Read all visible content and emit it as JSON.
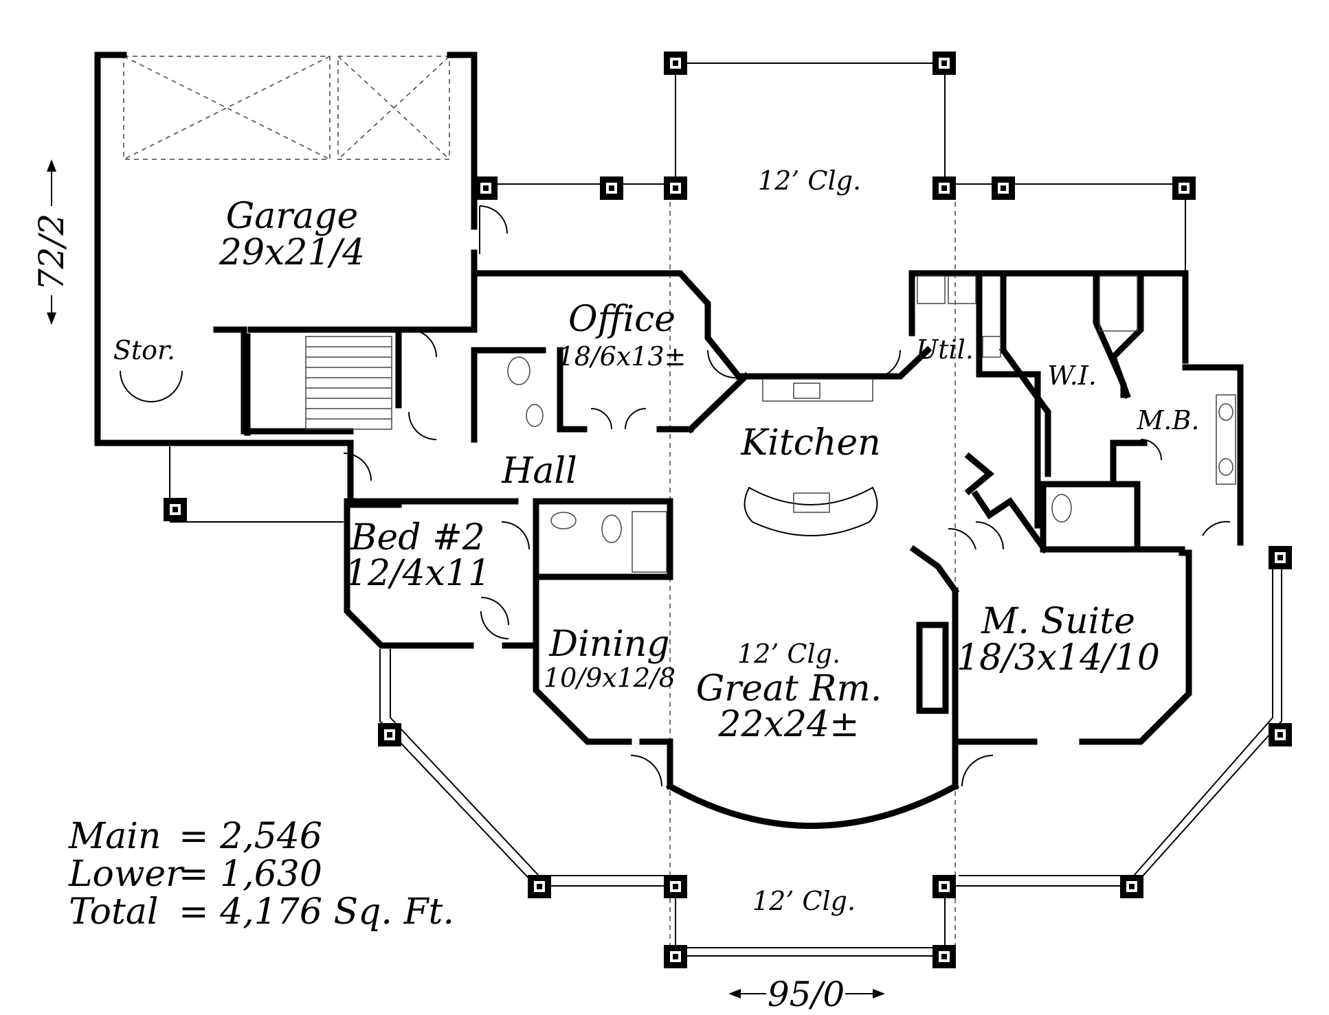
{
  "rooms": {
    "garage": {
      "name": "Garage",
      "size": "29x21/4"
    },
    "storage": {
      "name": "Stor."
    },
    "office": {
      "name": "Office",
      "size": "18/6x13±"
    },
    "utility": {
      "name": "Util."
    },
    "walk_in": {
      "name": "W.I."
    },
    "kitchen": {
      "name": "Kitchen"
    },
    "master_bath": {
      "name": "M.B."
    },
    "hall": {
      "name": "Hall"
    },
    "bed2": {
      "name": "Bed #2",
      "size": "12/4x11"
    },
    "master_suite": {
      "name": "M. Suite",
      "size": "18/3x14/10"
    },
    "dining": {
      "name": "Dining",
      "size": "10/9x12/8"
    },
    "great_room": {
      "name": "Great Rm.",
      "size": "22x24±",
      "ceiling": "12’ Clg."
    }
  },
  "porches": {
    "front_ceiling": "12’ Clg.",
    "rear_ceiling": "12’ Clg."
  },
  "dimensions": {
    "depth": "72/2",
    "width": "95/0"
  },
  "area_summary": [
    {
      "label": "Main",
      "value": "= 2,546"
    },
    {
      "label": "Lower",
      "value": "= 1,630"
    },
    {
      "label": "Total",
      "value": "= 4,176 Sq. Ft."
    }
  ]
}
